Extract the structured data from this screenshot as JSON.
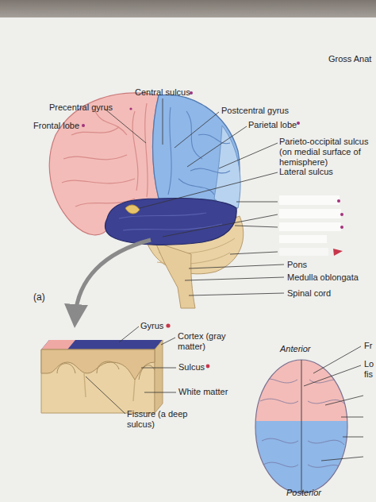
{
  "diagram": {
    "labels": [
      "Gross Anat",
      "Central sulcus",
      "Precentral gyrus",
      "Frontal lobe",
      "Postcentral gyrus",
      "Parietal lobe",
      "Parieto-occipital sulcus (on medial surface of hemisphere)",
      "Lateral sulcus",
      "Pons",
      "Medulla oblongata",
      "Spinal cord",
      "(a)",
      "Gyrus",
      "Cortex (gray matter)",
      "Sulcus",
      "White matter",
      "Fissure (a deep sulcus)",
      "Anterior",
      "Posterior",
      "Fr",
      "Lo",
      "fis"
    ]
  }
}
